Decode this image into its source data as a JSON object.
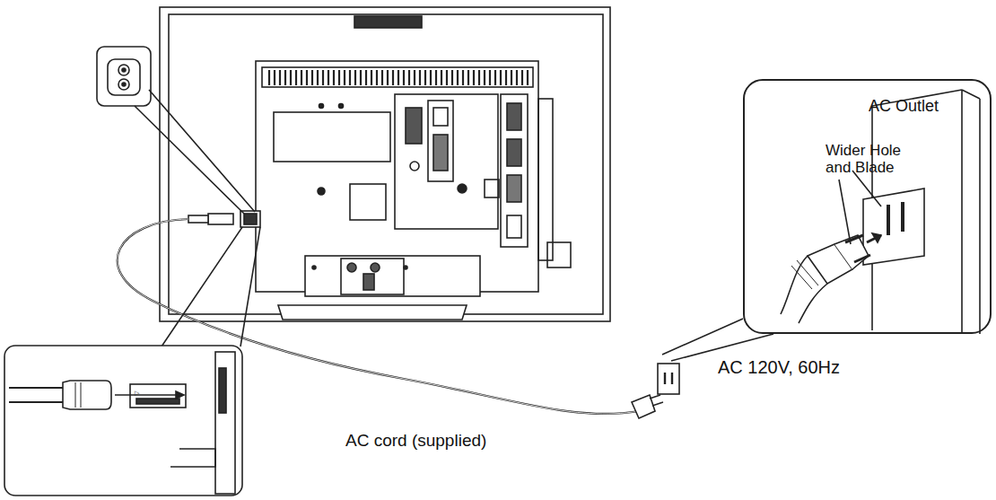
{
  "diagram": {
    "nodes": [
      {
        "text": [
          "AC Outlet",
          "Wider Hole and Blade"
        ]
      }
    ],
    "labels": [
      "AC 120V, 60Hz",
      "AC cord (supplied)"
    ]
  }
}
